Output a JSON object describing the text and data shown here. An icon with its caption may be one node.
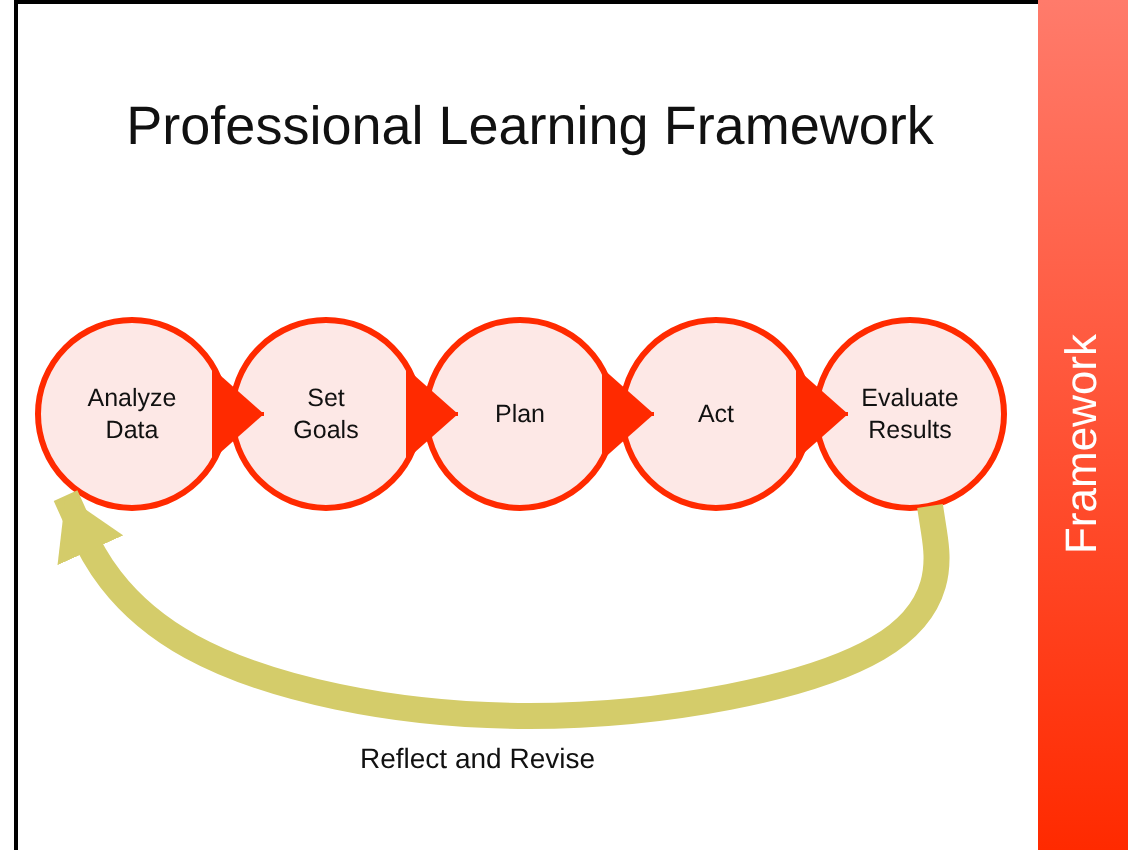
{
  "diagram": {
    "title": "Professional Learning Framework",
    "nodes": [
      {
        "text": [
          "Analyze Data"
        ]
      },
      {
        "text": [
          "Set Goals"
        ]
      },
      {
        "text": [
          "Plan"
        ]
      },
      {
        "text": [
          "Act"
        ]
      },
      {
        "text": [
          "Evaluate Results"
        ]
      }
    ],
    "edges": [
      {
        "from": 0,
        "to": 1,
        "arrow": "to"
      },
      {
        "from": 1,
        "to": 2,
        "arrow": "to"
      },
      {
        "from": 2,
        "to": 3,
        "arrow": "to"
      },
      {
        "from": 3,
        "to": 4,
        "arrow": "to"
      },
      {
        "from": 4,
        "to": 0,
        "arrow": "to",
        "label": "Reflect and Revise",
        "style": "thick",
        "color": "#d4cc6a"
      }
    ],
    "labels": [
      "Framework"
    ]
  }
}
